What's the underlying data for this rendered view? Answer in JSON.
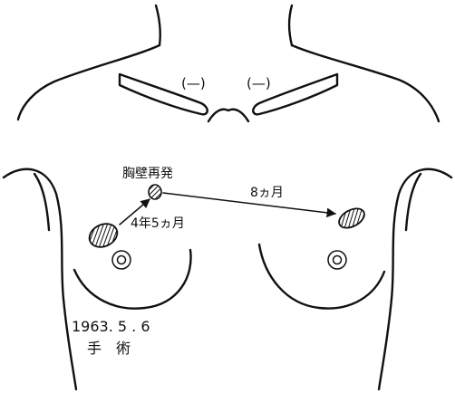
{
  "colors": {
    "ink": "#111111",
    "background": "#ffffff"
  },
  "labels": {
    "left_clavicle_mark": "(—)",
    "right_clavicle_mark": "(—)",
    "recurrence_site": "胸壁再発",
    "interval_short": "8ヵ月",
    "interval_long": "4年5ヵ月",
    "surgery_date": "1963. 5 . 6",
    "surgery": "手　術"
  }
}
